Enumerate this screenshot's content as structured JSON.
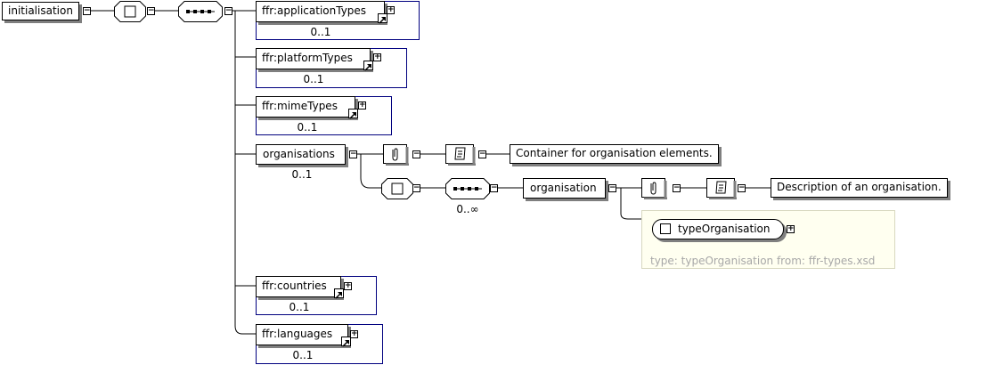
{
  "root": {
    "label": "initialisation"
  },
  "children": [
    {
      "id": "applicationTypes",
      "label": "ffr:applicationTypes",
      "cardinality": "0..1"
    },
    {
      "id": "platformTypes",
      "label": "ffr:platformTypes",
      "cardinality": "0..1"
    },
    {
      "id": "mimeTypes",
      "label": "ffr:mimeTypes",
      "cardinality": "0..1"
    },
    {
      "id": "organisations",
      "label": "organisations",
      "cardinality": "0..1"
    },
    {
      "id": "countries",
      "label": "ffr:countries",
      "cardinality": "0..1"
    },
    {
      "id": "languages",
      "label": "ffr:languages",
      "cardinality": "0..1"
    }
  ],
  "organisations_annotation": "Container for organisation elements.",
  "organisation": {
    "label": "organisation",
    "cardinality": "0..∞",
    "annotation": "Description of an organisation.",
    "type_element": "typeOrganisation",
    "type_info": "type: typeOrganisation from: ffr-types.xsd"
  },
  "icons": {
    "expand": "plus-icon",
    "collapse": "minus-icon",
    "reference": "reference-arrow-icon",
    "sequence": "sequence-icon",
    "choice": "choice-icon",
    "annotation": "annotation-icon",
    "documentation": "documentation-icon"
  },
  "colors": {
    "reference_border": "#00007f",
    "type_box_bg": "#fffff0",
    "type_info": "#a8a8a8",
    "shadow": "#7f7f7f"
  }
}
